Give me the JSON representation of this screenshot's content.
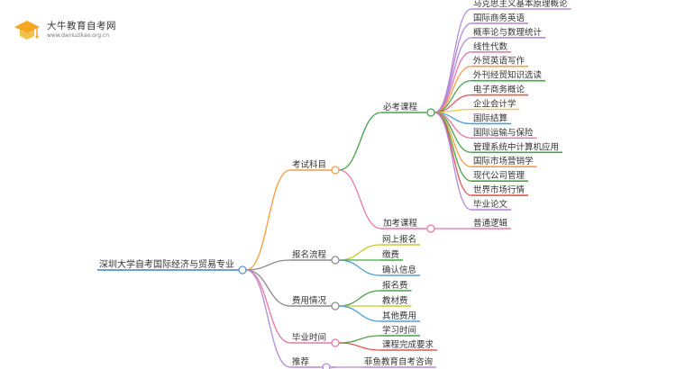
{
  "logo": {
    "name": "大牛教育自考网",
    "url": "www.daniuzikao.org.cn"
  },
  "root": {
    "label": "深圳大学自考国际经济与贸易专业",
    "color": "#5a8fd6"
  },
  "branches": [
    {
      "key": "kaoshi",
      "label": "考试科目",
      "color": "#f59e42",
      "children": [
        {
          "key": "bikao",
          "label": "必考课程",
          "color": "#4aa34a",
          "leaves": [
            {
              "label": "马克思主义基本原理概论",
              "color": "#b58ad9"
            },
            {
              "label": "国际商务英语",
              "color": "#b58ad9"
            },
            {
              "label": "概率论与数理统计",
              "color": "#b58ad9"
            },
            {
              "label": "线性代数",
              "color": "#e57aa4"
            },
            {
              "label": "外贸英语写作",
              "color": "#f59e42"
            },
            {
              "label": "外刊经贸知识选读",
              "color": "#4aa34a"
            },
            {
              "label": "电子商务概论",
              "color": "#e15759"
            },
            {
              "label": "企业会计学",
              "color": "#f2c94c"
            },
            {
              "label": "国际结算",
              "color": "#4e9fd8"
            },
            {
              "label": "国际运输与保险",
              "color": "#e57aa4"
            },
            {
              "label": "管理系统中计算机应用",
              "color": "#4aa34a"
            },
            {
              "label": "国际市场营销学",
              "color": "#f59e42"
            },
            {
              "label": "现代公司管理",
              "color": "#4aa34a"
            },
            {
              "label": "世界市场行情",
              "color": "#e15759"
            },
            {
              "label": "毕业论文",
              "color": "#b58ad9"
            }
          ]
        },
        {
          "key": "jiakao",
          "label": "加考课程",
          "color": "#e57aa4",
          "leaves": [
            {
              "label": "普通逻辑",
              "color": "#e57aa4"
            }
          ]
        }
      ]
    },
    {
      "key": "baoming",
      "label": "报名流程",
      "color": "#8c8c8c",
      "leaves": [
        {
          "label": "网上报名",
          "color": "#c9c92c"
        },
        {
          "label": "缴费",
          "color": "#4aa34a"
        },
        {
          "label": "确认信息",
          "color": "#4e9fd8"
        }
      ]
    },
    {
      "key": "feiyong",
      "label": "费用情况",
      "color": "#8c8c8c",
      "leaves": [
        {
          "label": "报名费",
          "color": "#4aa34a"
        },
        {
          "label": "教材费",
          "color": "#c9c92c"
        },
        {
          "label": "其他费用",
          "color": "#4e9fd8"
        }
      ]
    },
    {
      "key": "biye",
      "label": "毕业时间",
      "color": "#e57aa4",
      "leaves": [
        {
          "label": "学习时间",
          "color": "#4aa34a"
        },
        {
          "label": "课程完成要求",
          "color": "#e15759"
        }
      ]
    },
    {
      "key": "tuijian",
      "label": "推荐",
      "color": "#b58ad9",
      "leaves": [
        {
          "label": "菲鱼教育自考咨询",
          "color": "#b58ad9"
        }
      ]
    }
  ]
}
